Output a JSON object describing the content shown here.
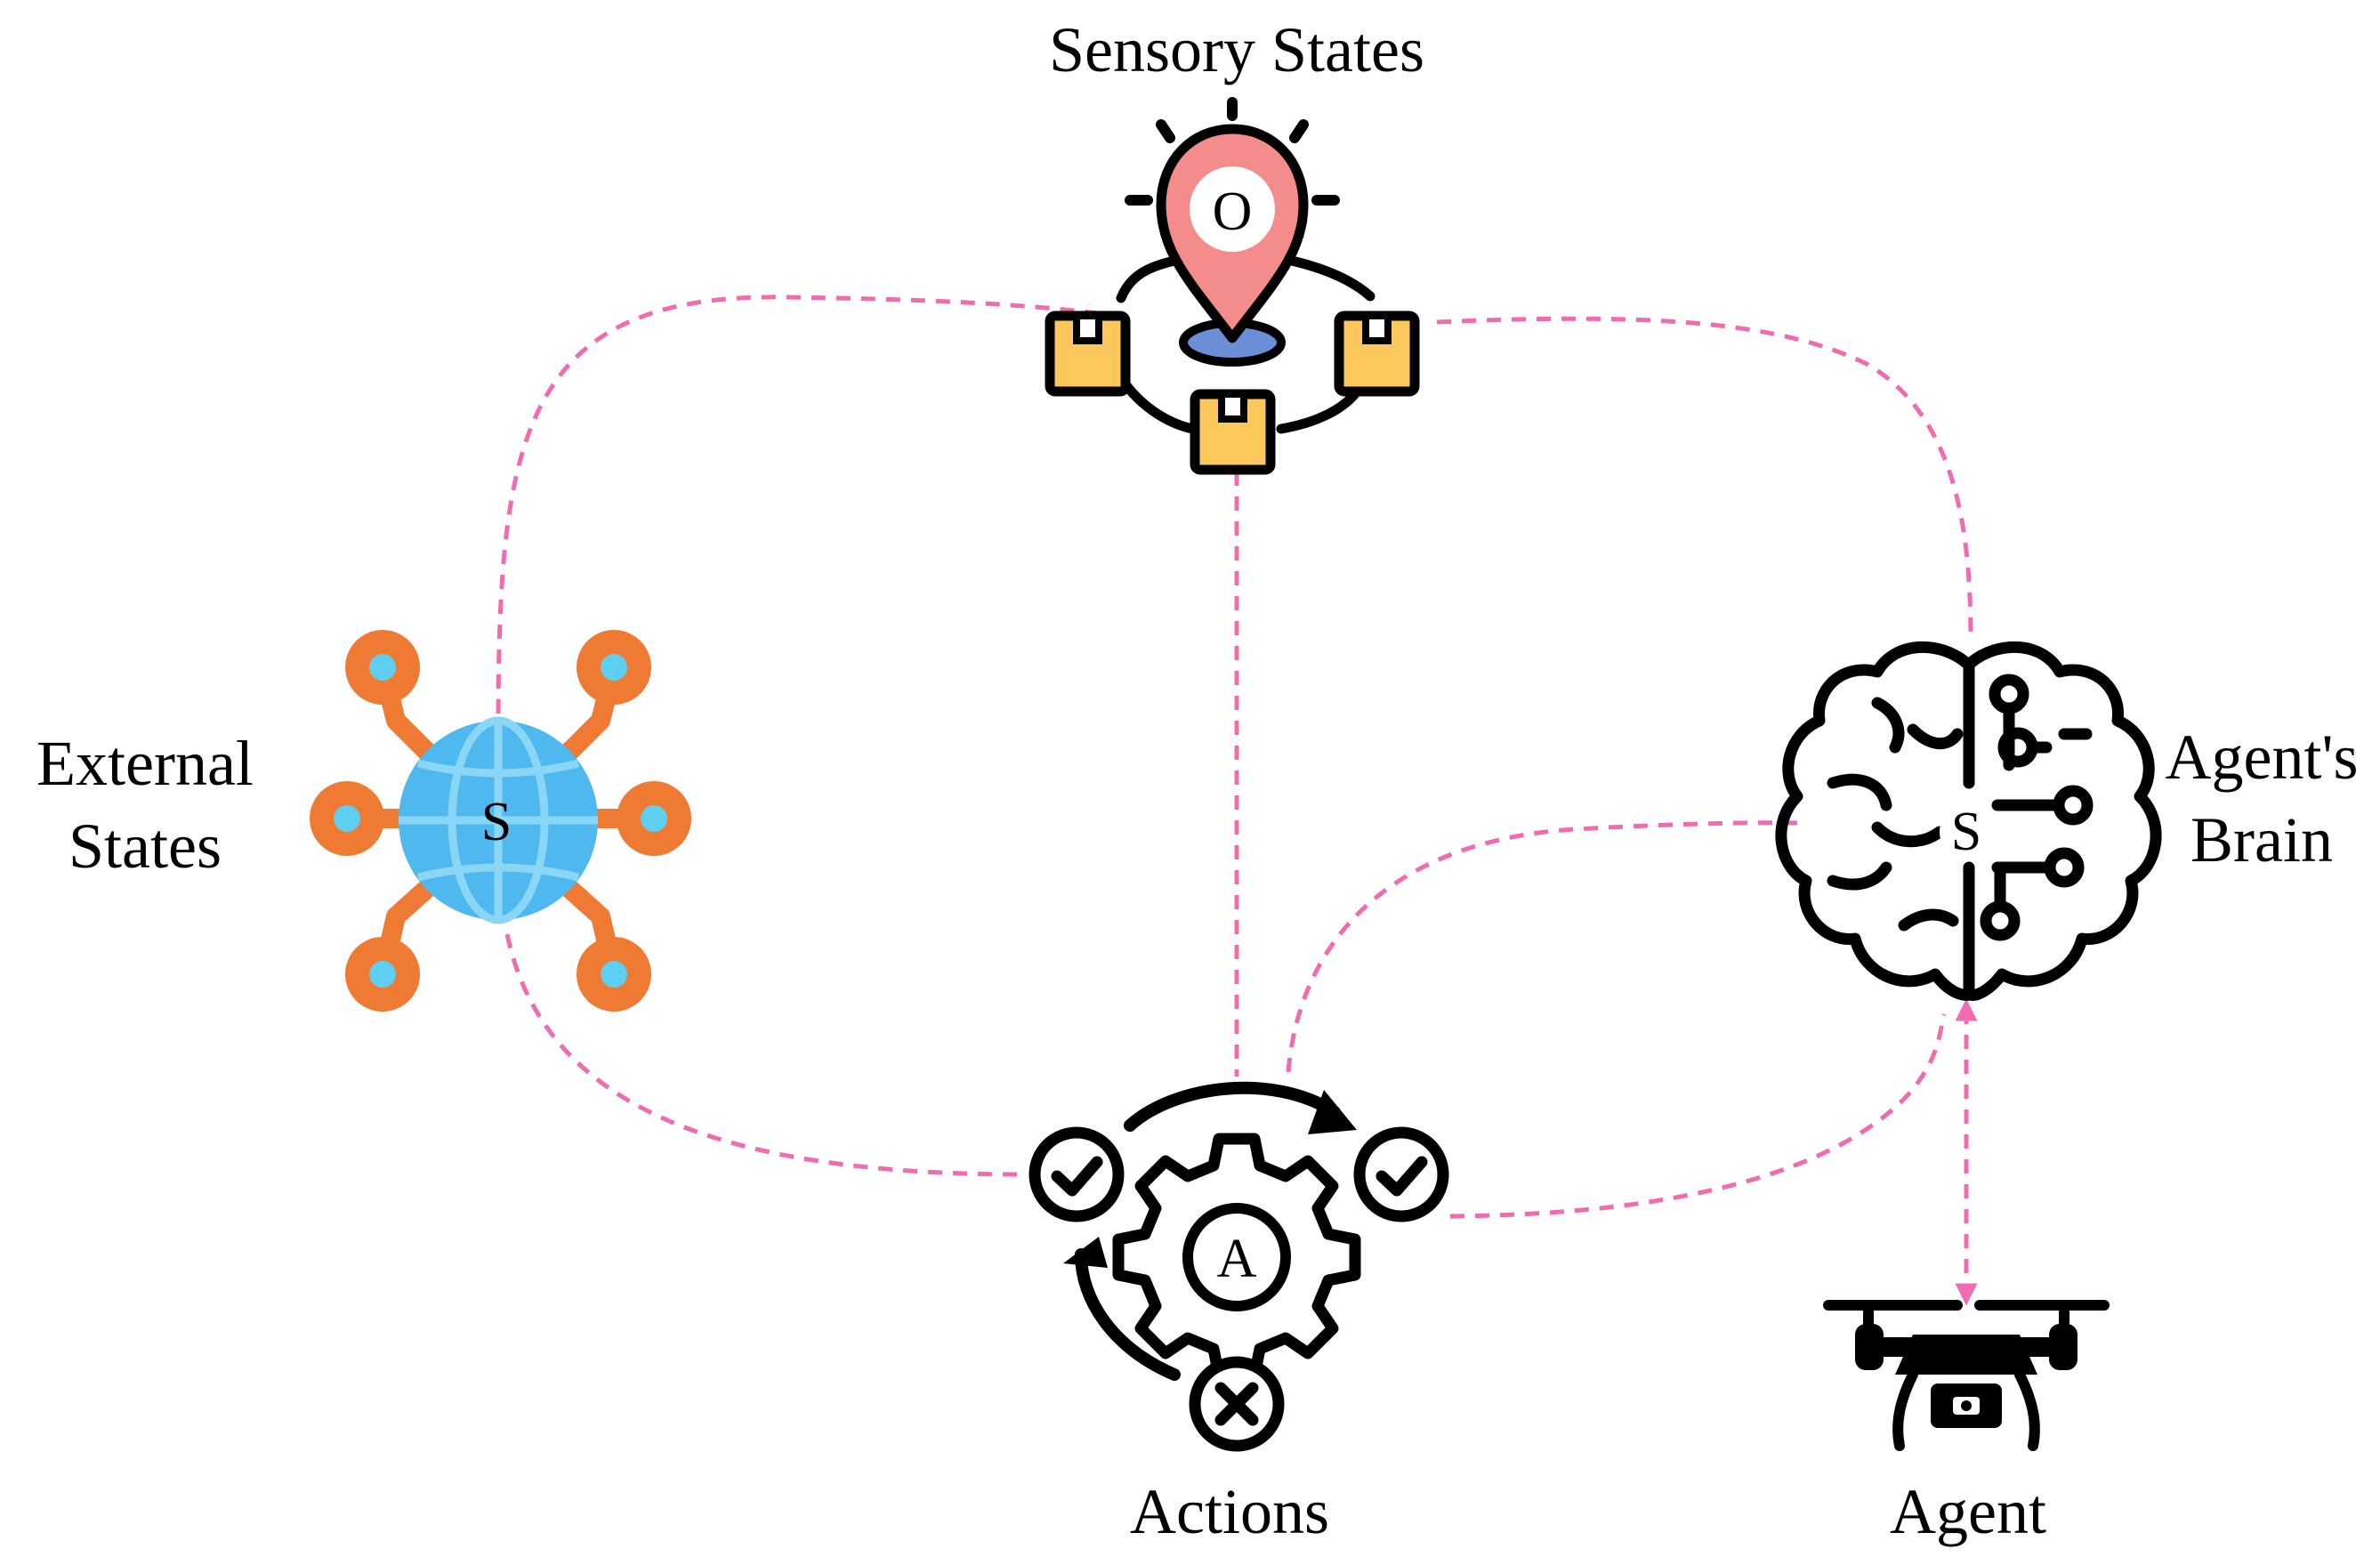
{
  "nodes": {
    "sensory": {
      "label": "Sensory States",
      "symbol": "O"
    },
    "external": {
      "label_line1": "External",
      "label_line2": "States",
      "symbol": "S"
    },
    "brain": {
      "label_line1": "Agent's",
      "label_line2": "Brain",
      "symbol": "S"
    },
    "actions": {
      "label": "Actions",
      "symbol": "A"
    },
    "agent": {
      "label": "Agent"
    }
  },
  "edges": [
    {
      "from": "external",
      "to": "sensory",
      "style": "dashed"
    },
    {
      "from": "sensory",
      "to": "brain",
      "style": "dashed"
    },
    {
      "from": "sensory",
      "to": "actions",
      "style": "dashed"
    },
    {
      "from": "external",
      "to": "actions",
      "style": "dashed"
    },
    {
      "from": "actions",
      "to": "brain",
      "style": "dashed"
    },
    {
      "from": "actions",
      "to": "brain",
      "style": "dashed"
    },
    {
      "from": "brain",
      "to": "agent",
      "style": "dashed-bidirectional-arrow"
    }
  ],
  "colors": {
    "edge": "#f06bb0",
    "globe": "#4fb8ee",
    "network_arms": "#ef7a33",
    "node_dots": "#5ecff0",
    "pin": "#f48c8c",
    "box": "#fcc85c",
    "ellipse": "#6b8fd6",
    "icon_stroke": "#000000"
  }
}
